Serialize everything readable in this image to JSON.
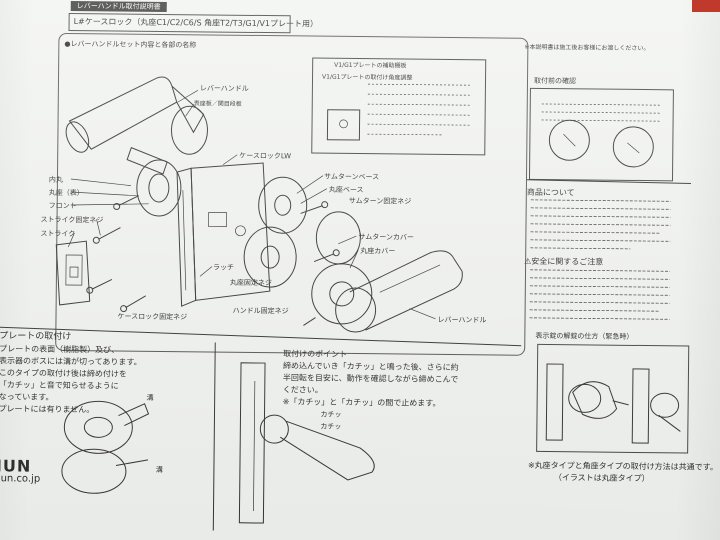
{
  "header": {
    "small_title": "レバーハンドル取付説明書",
    "title": "L#ケースロック（丸座C1/C2/C6/S 角座T2/T3/G1/V1プレート用）"
  },
  "section_labels": {
    "main_diagram": "●レバーハンドルセット内容と各部の名称",
    "v1_plate_box_title": "V1/G1プレートの補助棚板",
    "v1_plate_sub": "V1/G1プレートの取付け角度調整",
    "sample_box_title": "取付前の確認",
    "notes_title": "商品について",
    "safety_title": "⚠安全に関するご注意",
    "attach_point_title": "取付けのポイント",
    "plate_mount_title": "プレートの取付け",
    "indicator_title": "表示錠の解錠の仕方（緊急時）"
  },
  "parts": {
    "lever_handle_top": "レバーハンドル",
    "seat_plate": "表座板／関目段板",
    "case_lock": "ケースロックLW",
    "washer_base": "サムターンベース",
    "round_base": "丸座ベース",
    "inner_seat": "内丸",
    "outer_seat": "丸座（表）",
    "front": "フロント",
    "striker_screw": "ストライク固定ネジ",
    "striker": "ストライク",
    "latch": "ラッチ",
    "round_fix_screw": "丸座固定ネジ",
    "handle_fix_screw": "ハンドル固定ネジ",
    "case_lock_screw": "ケースロック固定ネジ",
    "thumbturn_fix_screw": "サムターン固定ネジ",
    "thumbturn_cover": "サムターンカバー",
    "round_cover": "丸座カバー",
    "lever_handle_bottom": "レバーハンドル"
  },
  "attach_point_text": [
    "締め込んでいき「カチッ」と鳴った後、さらに約",
    "半回転を目安に、動作を確認しながら締めこんで",
    "ください。",
    "※「カチッ」と「カチッ」の間で止めます。"
  ],
  "plate_text": [
    "プレートの取付け",
    "プレートの表面（樹脂製）及び、",
    "表示器のボスには溝が切ってあります。",
    "このタイプの取付け後は締め付けを",
    "「カチッ」と音で知らせるように",
    "なっています。",
    "プレートには有りません。"
  ],
  "footer": {
    "brand": "JUN",
    "url": "jun.co.jp",
    "note_line1": "※丸座タイプと角座タイプの取付け方法は共通です。",
    "note_line2": "（イラストは丸座タイプ）"
  },
  "misc": {
    "right_header": "※本説明書は施工後お客様にお渡しください。",
    "caption_a": "カチッ",
    "caption_b": "カチッ",
    "mini_left": "溝",
    "mini_right": "溝"
  }
}
